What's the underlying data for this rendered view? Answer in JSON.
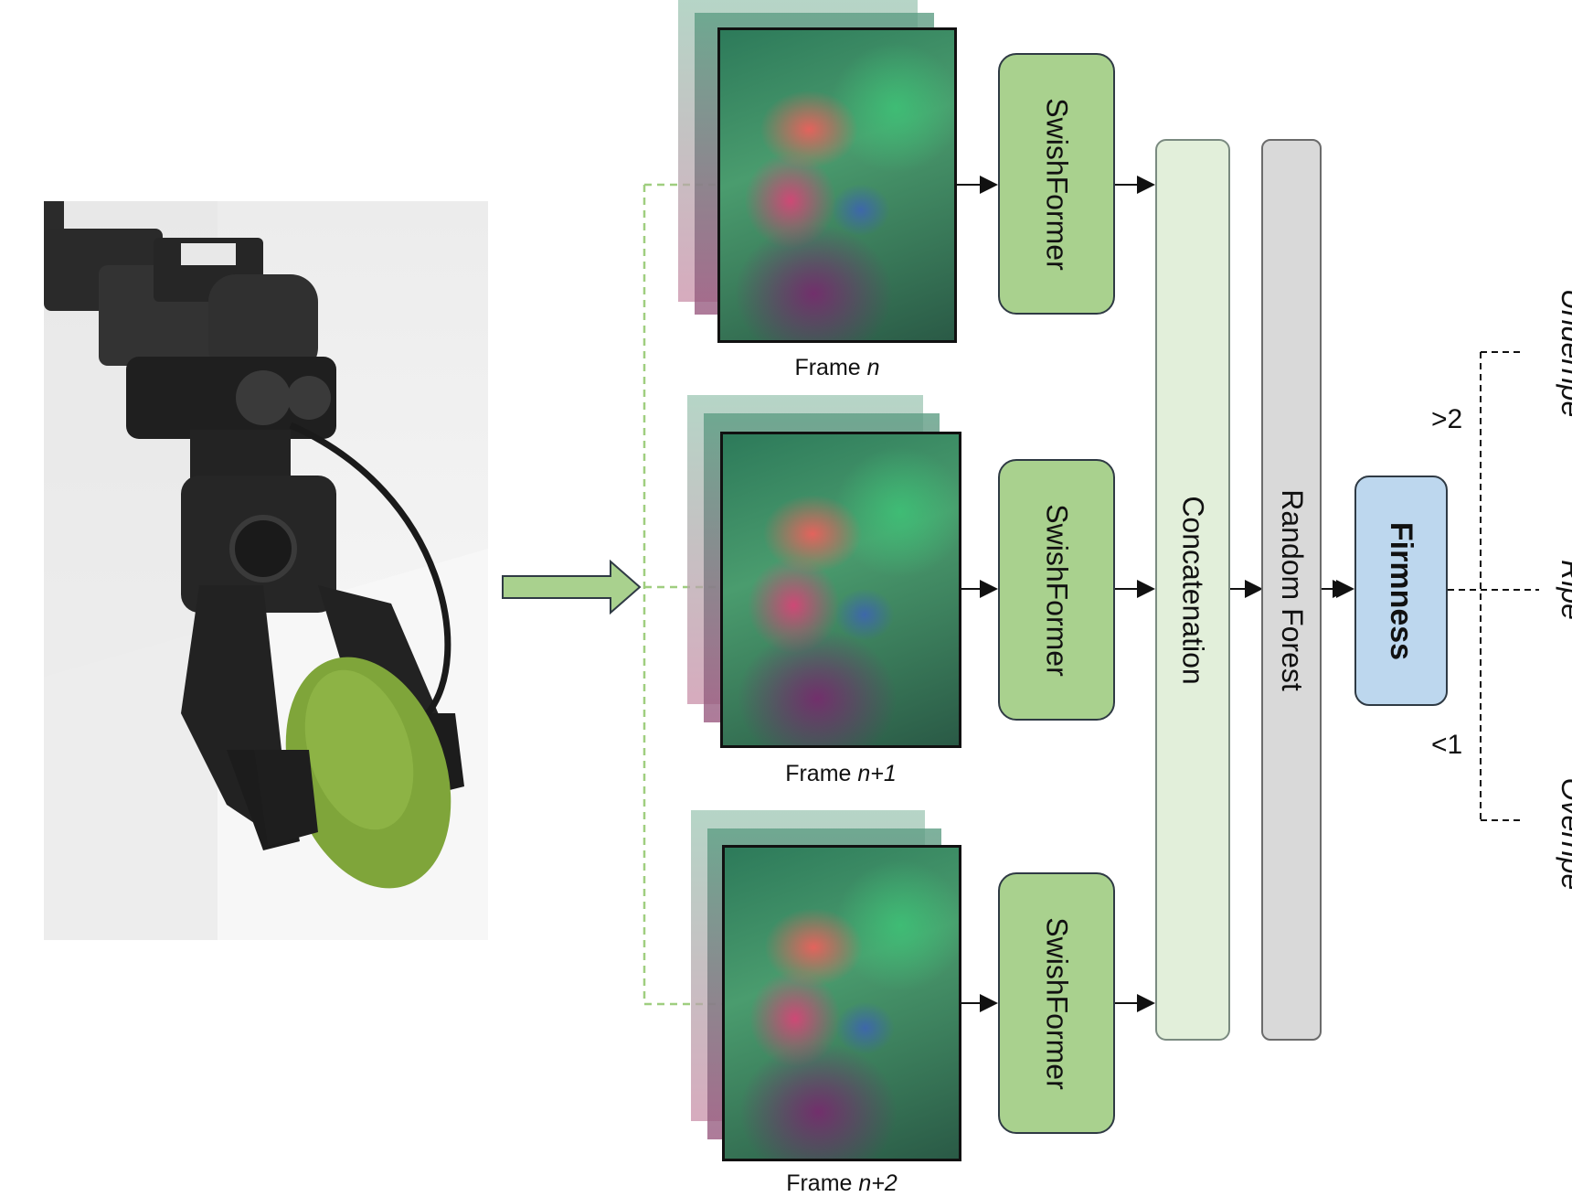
{
  "frames": [
    {
      "label_prefix": "Frame ",
      "label_italic": "n"
    },
    {
      "label_prefix": "Frame ",
      "label_italic": "n+1"
    },
    {
      "label_prefix": "Frame ",
      "label_italic": "n+2"
    }
  ],
  "models": {
    "swish_label": "SwishFormer",
    "concat_label": "Concatenation",
    "forest_label": "Random Forest",
    "output_label": "Firmness"
  },
  "classes": {
    "underripe": "Underripe",
    "ripe": "Ripe",
    "overripe": "Overripe",
    "upper_threshold": ">2",
    "lower_threshold": "<1"
  },
  "colors": {
    "swish_fill": "#a9d18e",
    "concat_fill": "#e2efda",
    "forest_fill": "#d9d9d9",
    "firmness_fill": "#bdd7ee",
    "input_arrow": "#a9d18e"
  }
}
